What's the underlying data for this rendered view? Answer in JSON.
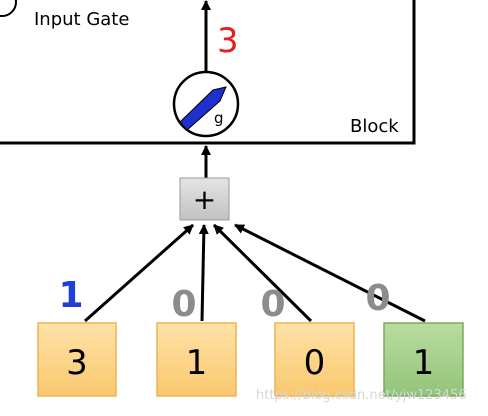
{
  "block": {
    "input_gate_label": "Input Gate",
    "block_label": "Block",
    "gate_value": "3",
    "activation_symbol": "g"
  },
  "sum_node": {
    "symbol": "+"
  },
  "weights": [
    "1",
    "0",
    "0",
    "0"
  ],
  "inputs": [
    "3",
    "1",
    "0",
    "1"
  ],
  "watermark": "https://blog.csdn.net/yjw123456",
  "colors": {
    "orange_box": "#fcd692",
    "green_box": "#a9d08e",
    "weight_active": "#1f3fd6",
    "weight_zero": "#8c8c8c",
    "gate_value": "#e32020",
    "activation_fill": "#1f2fd0"
  }
}
